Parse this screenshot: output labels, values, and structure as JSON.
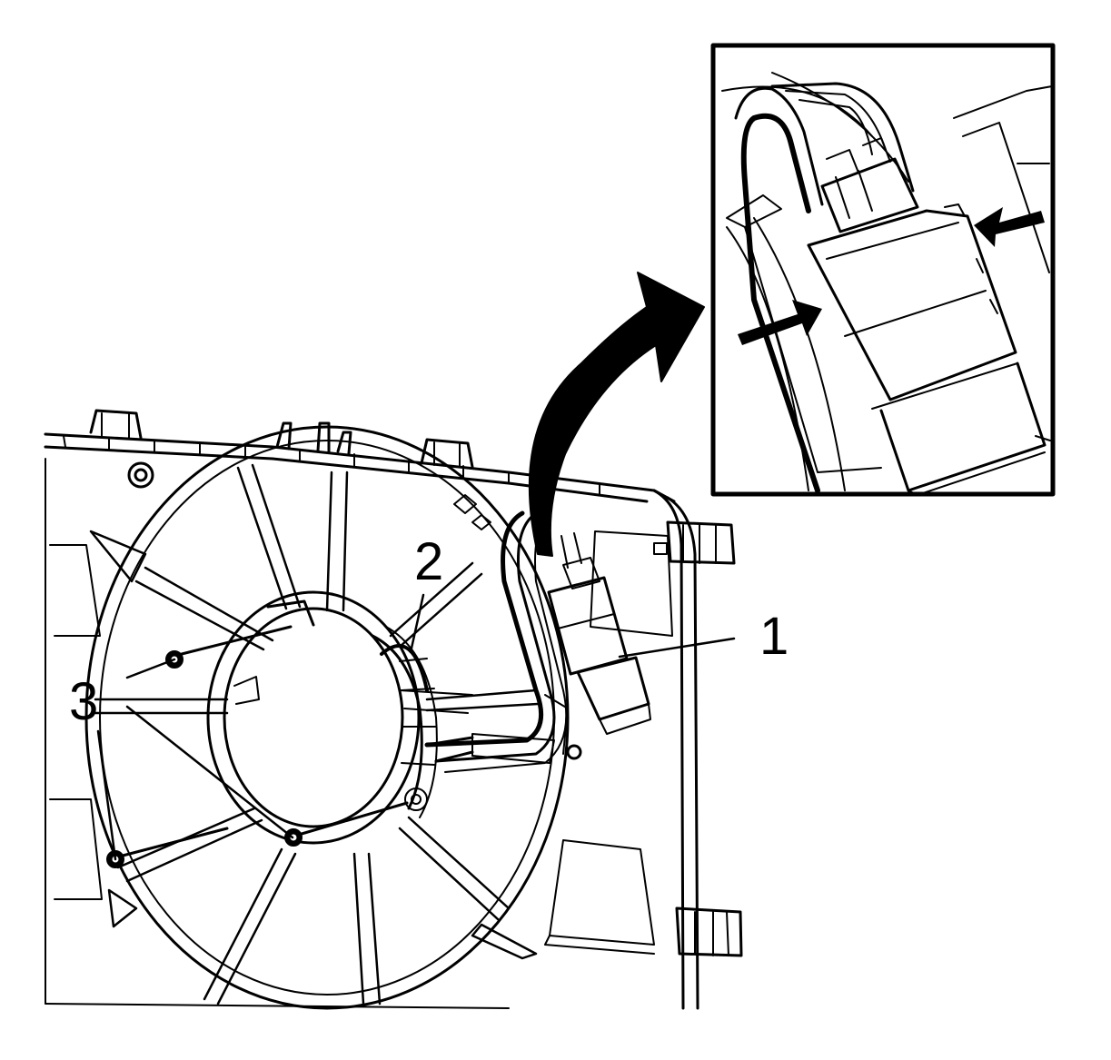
{
  "callouts": {
    "one": "1",
    "two": "2",
    "three": "3"
  },
  "colors": {
    "ink": "#000000",
    "paper": "#ffffff"
  },
  "icons": {
    "detail_arrow": "curved-arrow-icon",
    "squeeze_arrows": "press-arrow-icon"
  }
}
